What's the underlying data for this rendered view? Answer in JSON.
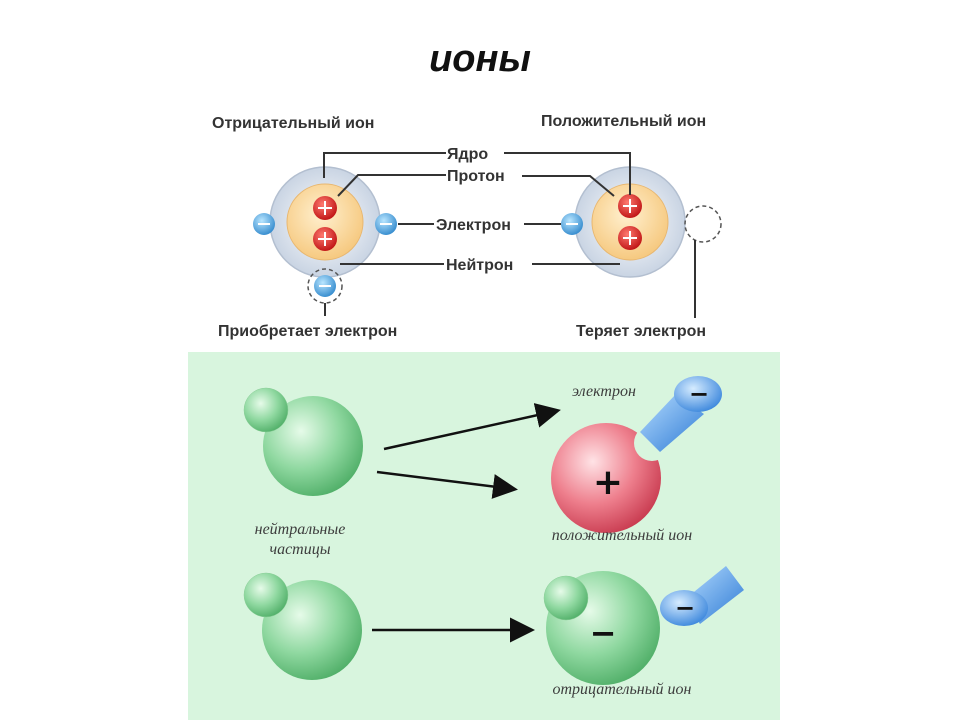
{
  "title": "ионы",
  "top_diagram": {
    "negative_ion": "Отрицательный ион",
    "positive_ion": "Положительный ион",
    "nucleus": "Ядро",
    "proton": "Протон",
    "electron": "Электрон",
    "neutron": "Нейтрон",
    "gains_electron": "Приобретает электрон",
    "loses_electron": "Теряет электрон"
  },
  "bottom_diagram": {
    "electron": "электрон",
    "neutral_particles_line1": "нейтральные",
    "neutral_particles_line2": "частицы",
    "positive_ion": "положительный ион",
    "negative_ion": "отрицательный ион",
    "plus": "+",
    "minus": "−"
  },
  "colors": {
    "panel_bg": "#d8f5de",
    "neutral_sphere": "#79cc8c",
    "positive_sphere": "#e8596c",
    "electron_blue": "#4a98e0",
    "nucleus_fill": "#fbd9a0",
    "proton_red": "#d8282a"
  }
}
